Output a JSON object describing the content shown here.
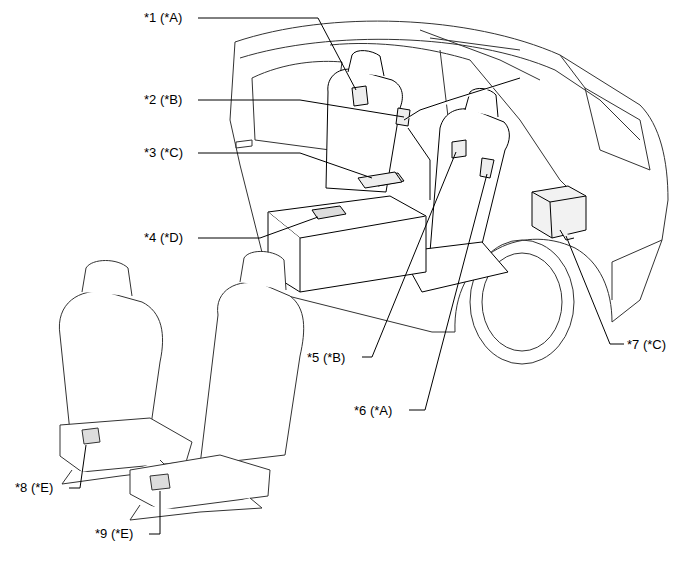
{
  "diagram": {
    "labels": [
      "*1 (*A)",
      "*2 (*B)",
      "*3 (*C)",
      "*4 (*D)",
      "*5 (*B)",
      "*6 (*A)",
      "*7 (*C)",
      "*8 (*E)",
      "*9 (*E)"
    ]
  }
}
